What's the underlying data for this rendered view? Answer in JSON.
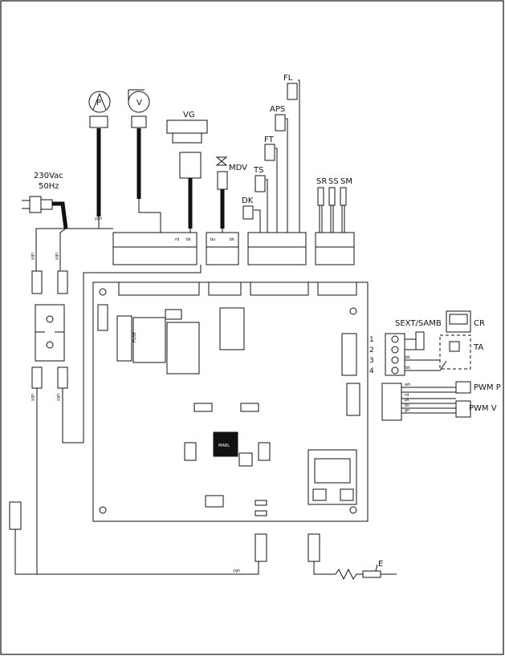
{
  "supply": {
    "voltage": "230Vac",
    "frequency": "50Hz"
  },
  "components": {
    "pump": "P",
    "fan": "V",
    "gas_valve": "VG",
    "diverter_valve": "MDV",
    "dk": "DK",
    "ts": "TS",
    "ft": "FT",
    "aps": "APS",
    "fl": "FL",
    "sr": "SR",
    "ss": "SS",
    "sm": "SM",
    "external_sensor": "SEXT/SAMB",
    "remote": "CR",
    "room_thermostat": "TA",
    "pwm_pump": "PWM P",
    "pwm_fan": "PWM V",
    "electrode": "E",
    "fuse": "FUSE",
    "chip": "MARL"
  },
  "terminal_numbers": [
    "1",
    "2",
    "3",
    "4"
  ],
  "wire_codes": {
    "ygn": "ygn",
    "bk": "bk",
    "wh": "wh",
    "rd": "rd",
    "pk": "pk",
    "bu": "bu",
    "bn": "bn",
    "gn": "gn"
  },
  "colors": {
    "line": "#111111",
    "background": "#ffffff"
  }
}
